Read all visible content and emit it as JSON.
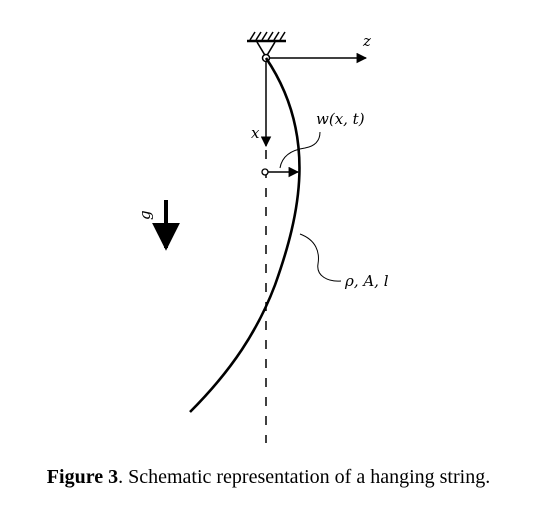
{
  "labels": {
    "z_axis": "z",
    "x_axis": "x",
    "gravity": "g",
    "displacement": "w(x, t)",
    "properties": "ρ, A, l"
  },
  "caption": {
    "label": "Figure 3",
    "separator": ".",
    "text": " Schematic representation of a hanging string."
  }
}
